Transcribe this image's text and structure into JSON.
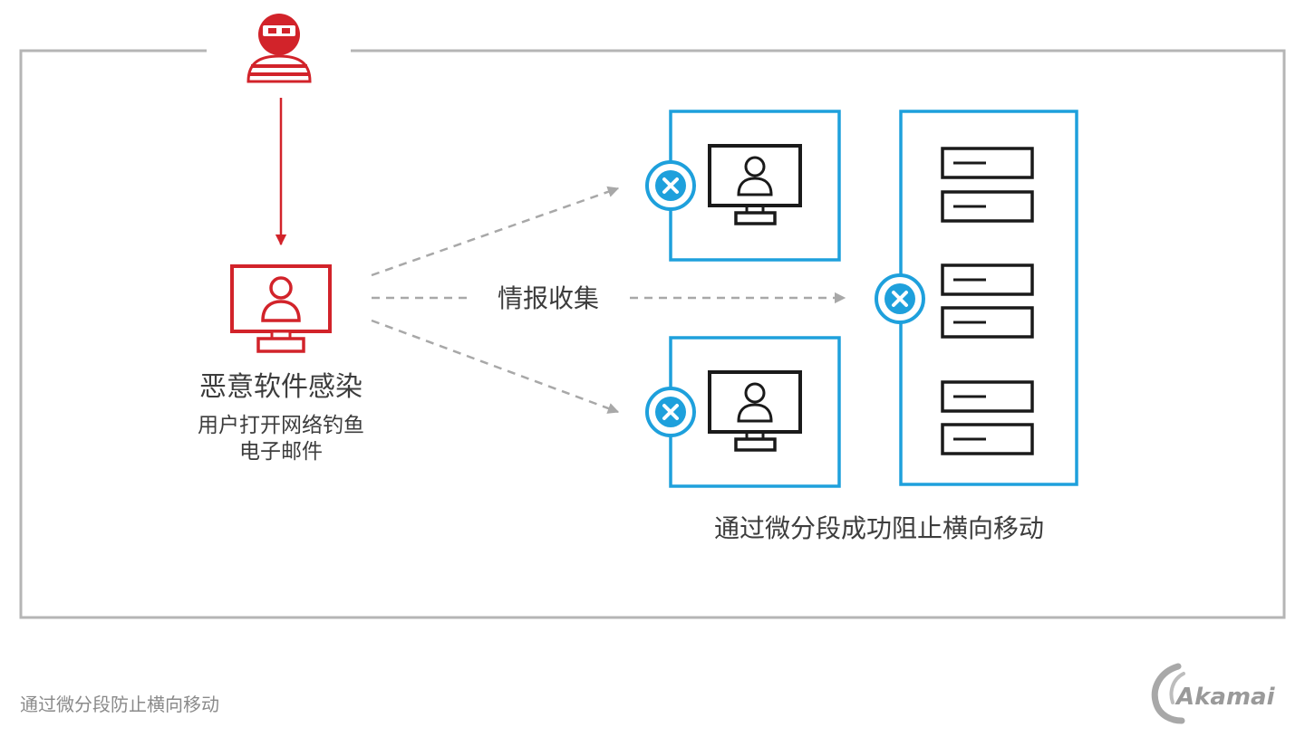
{
  "colors": {
    "frame": "#b5b5b5",
    "attacker_red": "#d2232a",
    "blocked_blue": "#1ea0dc",
    "arrow_gray": "#a8a8a8",
    "device_black": "#1a1a1a",
    "text": "#3d3d3d",
    "footer_text": "#8a8a8a"
  },
  "nodes": {
    "attacker": {
      "icon": "masked-attacker-icon"
    },
    "infected_workstation": {
      "icon": "workstation-red-icon",
      "title": "恶意软件感染",
      "subtitle_line1": "用户打开网络钓鱼",
      "subtitle_line2": "电子邮件"
    },
    "workstation_top": {
      "icon": "workstation-icon",
      "status_icon": "blocked-x-icon"
    },
    "workstation_bottom": {
      "icon": "workstation-icon",
      "status_icon": "blocked-x-icon"
    },
    "server_group": {
      "icon": "server-rack-icon",
      "status_icon": "blocked-x-icon",
      "servers": 6
    }
  },
  "edges": {
    "infection": {
      "from": "attacker",
      "to": "infected_workstation",
      "style": "solid"
    },
    "recon_label": "情报收集",
    "recon_style": "dashed"
  },
  "labels": {
    "blocked": "通过微分段成功阻止横向移动",
    "footer_caption": "通过微分段防止横向移动",
    "brand": "Akamai"
  }
}
